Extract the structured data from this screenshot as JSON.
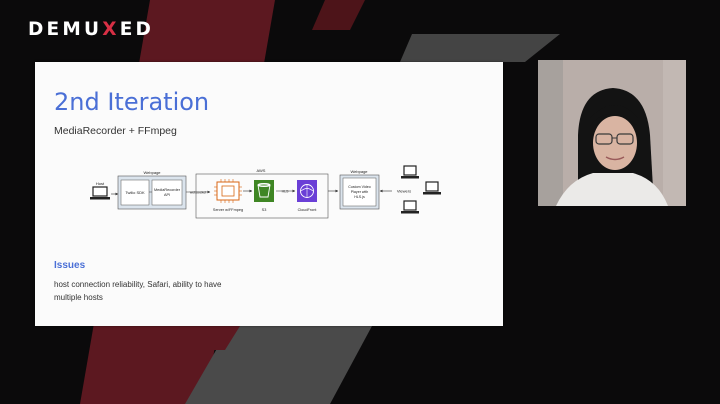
{
  "logo": {
    "pre": "DEMU",
    "x": "X",
    "post": "ED"
  },
  "slide": {
    "title": "2nd Iteration",
    "subtitle": "MediaRecorder + FFmpeg",
    "diagram": {
      "host_label": "Host",
      "webpage_label": "Webpage",
      "twilio_label": "Twilio SDK",
      "mediarecorder_label_1": "MediaRecorder",
      "mediarecorder_label_2": "API",
      "websocket_label": "websocket",
      "aws_label": "AWS",
      "server_label": "Server w/FFmpeg",
      "s3_label": "S3",
      "hls_label": "HLS",
      "cloudfront_label": "CloudFront",
      "webpage_label_2": "Webpage",
      "player_label_1": "Custom Video",
      "player_label_2": "Player with",
      "player_label_3": "HLS.js",
      "viewers_label": "Viewers"
    },
    "issues_heading": "Issues",
    "issues_text": "host connection reliability, Safari, ability to have multiple hosts"
  },
  "colors": {
    "background": "#0b0a0b",
    "brand_red": "#d82f45",
    "stripe_maroon": "#5c1820",
    "stripe_gray": "#4a4a4a",
    "title_blue": "#4a6fd6",
    "s3_green": "#3f8624",
    "cloudfront_purple": "#6a3fd6",
    "server_orange": "#d86613"
  },
  "icons": [
    "computer-icon",
    "chip-icon",
    "bucket-icon",
    "cloudfront-icon"
  ]
}
